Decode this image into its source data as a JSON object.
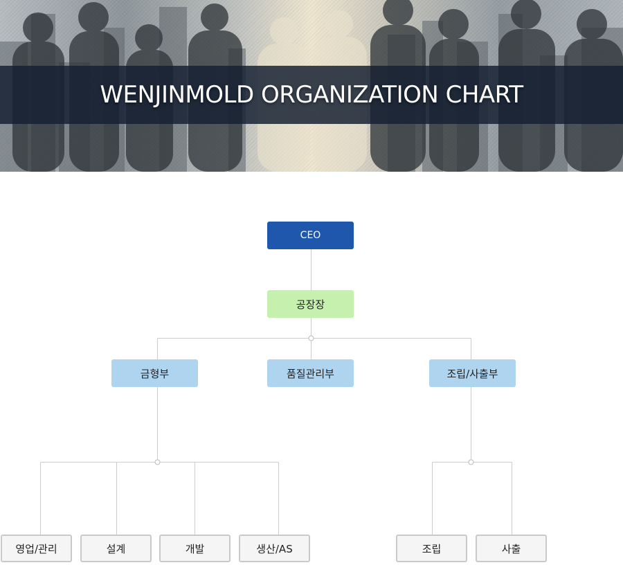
{
  "banner": {
    "title": "WENJINMOLD ORGANIZATION CHART"
  },
  "org": {
    "ceo": "CEO",
    "factory_manager": "공장장",
    "departments": {
      "mold": "금형부",
      "quality": "품질관리부",
      "assembly": "조립/사출부"
    },
    "mold_teams": [
      "영업/관리",
      "설계",
      "개발",
      "생산/AS"
    ],
    "assembly_teams": [
      "조립",
      "사출"
    ]
  },
  "colors": {
    "ceo": "#1f57ad",
    "factory_manager": "#c5f0ad",
    "department": "#aed4f0",
    "team": "#f5f5f5",
    "banner_band": "#162032",
    "connector": "#cccccc"
  }
}
